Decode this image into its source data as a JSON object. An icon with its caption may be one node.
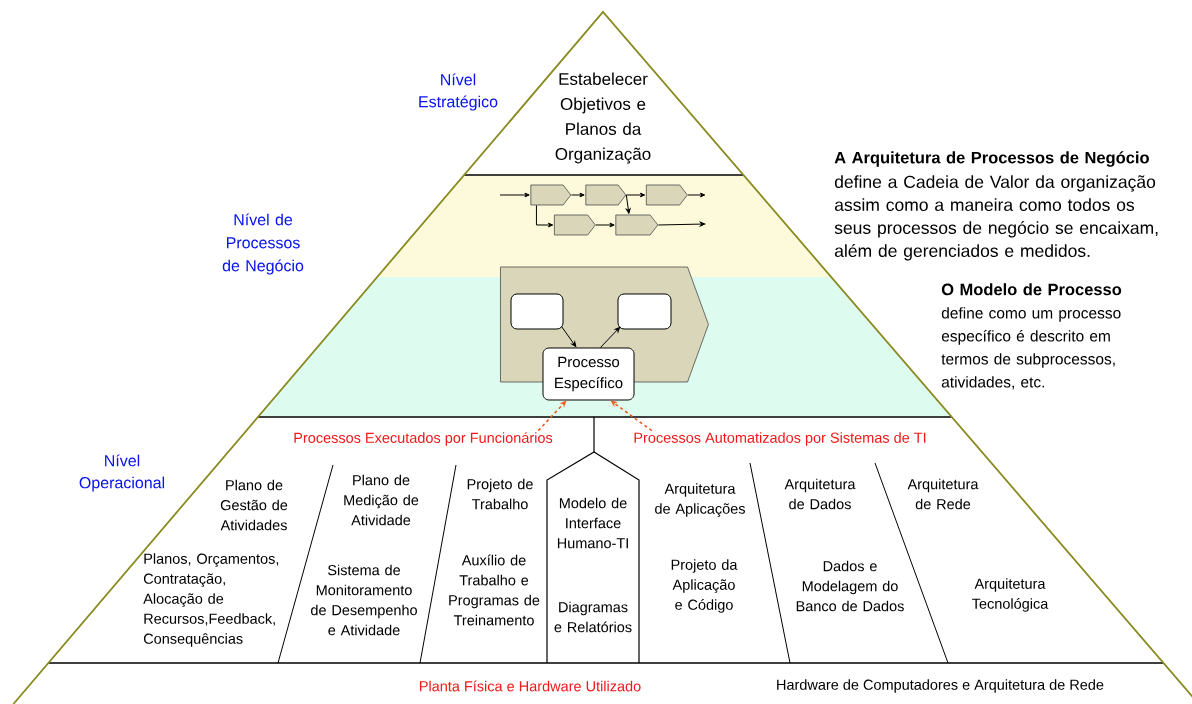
{
  "diagram": {
    "nodes": [
      {
        "text": [
          "Estabelecer Objetivos e Planos da Organização"
        ]
      },
      {
        "text": [],
        "shape": "pentagon"
      },
      {
        "text": [],
        "shape": "pentagon"
      },
      {
        "text": [],
        "shape": "pentagon"
      },
      {
        "text": [],
        "shape": "pentagon"
      },
      {
        "text": [],
        "shape": "pentagon"
      },
      {
        "text": [],
        "shape": "pentagon"
      },
      {
        "text": [],
        "shape": "box",
        "in": 6
      },
      {
        "text": [],
        "shape": "box",
        "in": 6
      },
      {
        "text": [
          "Processo Específico"
        ]
      },
      {
        "text": [
          "Processos Executados por Funcionários"
        ]
      },
      {
        "text": [
          "Processos Automatizados por Sistemas de TI"
        ]
      },
      {
        "text": [
          "Modelo de Interface Humano-TI",
          "Diagramas e Relatórios"
        ]
      }
    ],
    "edges": [
      {
        "from": null,
        "to": 1,
        "arrow": "to"
      },
      {
        "from": 1,
        "to": 2,
        "arrow": "to"
      },
      {
        "from": 2,
        "to": 3,
        "arrow": "to"
      },
      {
        "from": 3,
        "to": null,
        "arrow": "to"
      },
      {
        "from": 1,
        "to": 4,
        "arrow": "to"
      },
      {
        "from": 4,
        "to": 5,
        "arrow": "to"
      },
      {
        "from": 2,
        "to": 5,
        "arrow": "to"
      },
      {
        "from": 5,
        "to": null,
        "arrow": "to"
      },
      {
        "from": 7,
        "to": 9,
        "arrow": "to"
      },
      {
        "from": 9,
        "to": 8,
        "arrow": "to"
      },
      {
        "from": 10,
        "to": 9,
        "arrow": "to",
        "style": "dashed",
        "color": "#f05a1e"
      },
      {
        "from": 11,
        "to": 9,
        "arrow": "to",
        "style": "dashed",
        "color": "#f05a1e"
      }
    ],
    "labels": [
      "Nível Estratégico",
      "A Arquitetura de Processos de Negócio",
      "Nível de Processos de Negócio",
      "define a Cadeia de Valor da organização assim como a maneira como todos os seus processos de negócio se encaixam, além de gerenciados e medidos.",
      "O Modelo de Processo",
      "define como um processo específico é descrito em termos de subprocessos, atividades, etc.",
      "Nível Operacional",
      "Plano de Gestão de Atividades",
      "Plano de Medição de Atividade",
      "Projeto de Trabalho",
      "Arquitetura de Aplicações",
      "Arquitetura de Dados",
      "Arquitetura de Rede",
      "Planos, Orçamentos, Contratação, Alocação de Recursos,Feedback, Consequências",
      "Sistema de Monitoramento de Desempenho e Atividade",
      "Auxílio de Trabalho e Programas de Treinamento",
      "Projeto da Aplicação e Código",
      "Dados e Modelagem do Banco de Dados",
      "Arquitetura Tecnológica",
      "Planta Física e Hardware Utilizado",
      "Hardware de Computadores e Arquitetura de Rede"
    ]
  }
}
